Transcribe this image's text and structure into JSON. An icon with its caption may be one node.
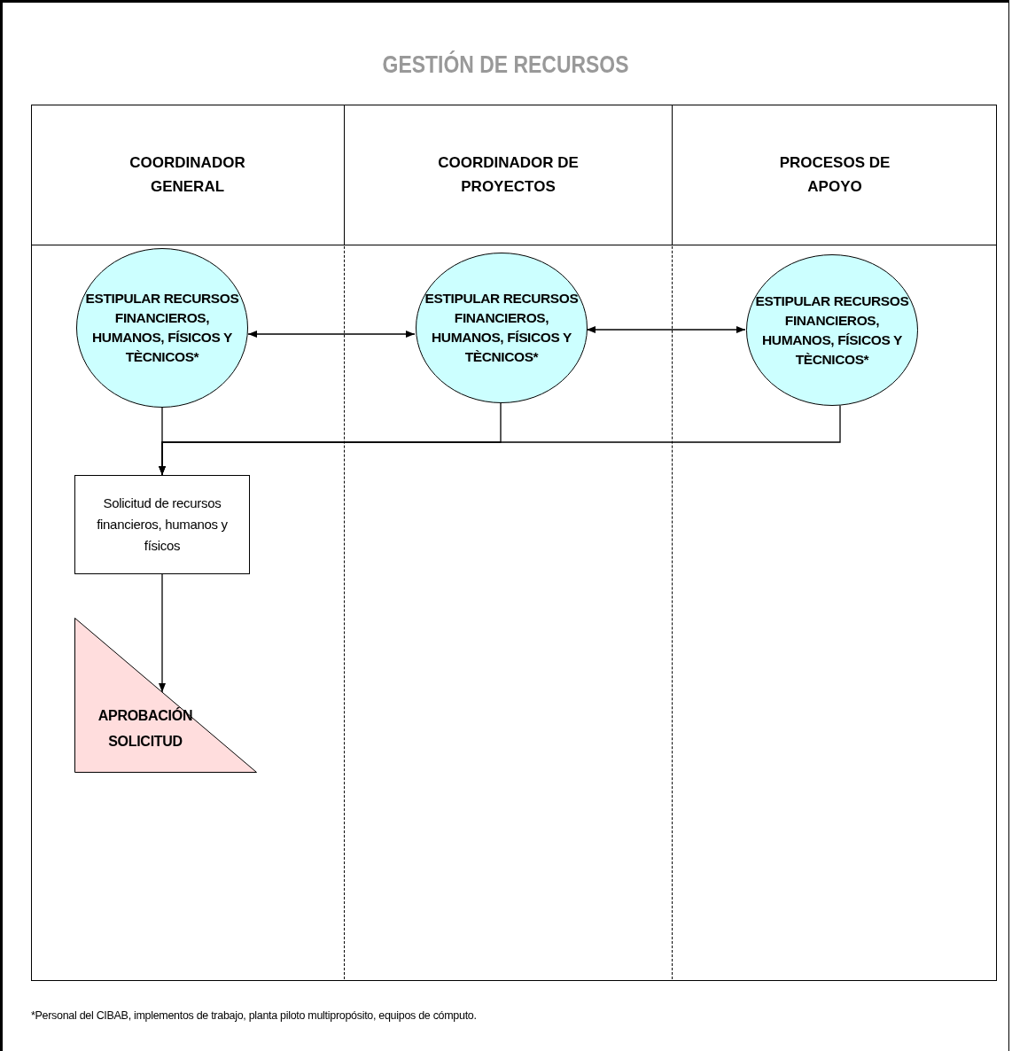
{
  "diagram": {
    "title": "GESTIÓN DE RECURSOS",
    "caption": "*Personal del CIBAB, implementos de trabajo, planta piloto multipropósito, equipos de cómputo.",
    "nodes": [
      {
        "text": [
          "COORDINADOR GENERAL"
        ]
      },
      {
        "text": [
          "COORDINADOR DE PROYECTOS"
        ]
      },
      {
        "text": [
          "PROCESOS DE APOYO"
        ]
      },
      {
        "text": [
          "ESTIPULAR RECURSOS FINANCIEROS, HUMANOS, FÍSICOS Y TÈCNICOS*"
        ],
        "in": 0
      },
      {
        "text": [
          "ESTIPULAR RECURSOS FINANCIEROS, HUMANOS,  FÍSICOS Y TÈCNICOS*"
        ],
        "in": 1
      },
      {
        "text": [
          "ESTIPULAR RECURSOS FINANCIEROS, HUMANOS, FÍSICOS Y TÈCNICOS*"
        ],
        "in": 2
      },
      {
        "text": [
          "Solicitud de recursos financieros, humanos y físicos"
        ],
        "in": 0
      },
      {
        "text": [
          "APROBACIÓN SOLICITUD"
        ],
        "in": 0
      }
    ],
    "edges": [
      {
        "from": 3,
        "to": 4,
        "arrow": "both"
      },
      {
        "from": 4,
        "to": 5,
        "arrow": "both"
      },
      {
        "from": 3,
        "to": 6,
        "arrow": "to"
      },
      {
        "from": 4,
        "to": 6,
        "arrow": "to"
      },
      {
        "from": 5,
        "to": 6,
        "arrow": "to"
      },
      {
        "from": 6,
        "to": 7,
        "arrow": "to"
      }
    ]
  }
}
